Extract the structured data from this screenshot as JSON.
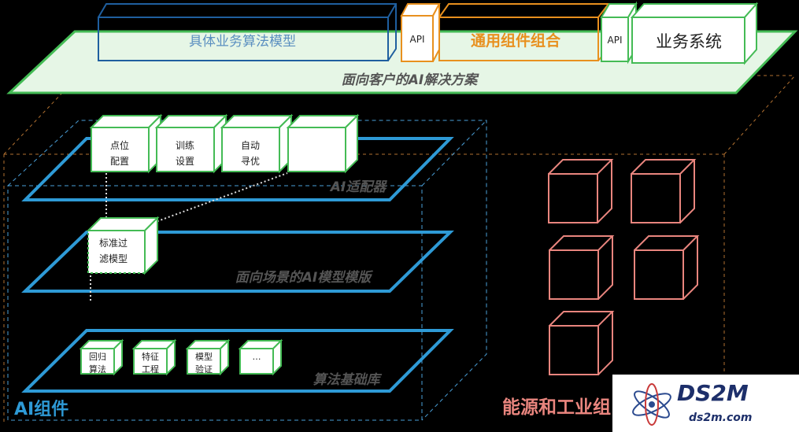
{
  "colors": {
    "background": "#000000",
    "green": "#44bb55",
    "green_fill": "#e6f6e6",
    "blue": "#2e9ad6",
    "dark_blue": "#1f5f9f",
    "orange": "#e8901e",
    "dashed_blue": "#4a9fd8",
    "salmon": "#e9857e",
    "dashed_orange": "#b07030",
    "text_dark": "#222222",
    "text_label": "#555555"
  },
  "top": {
    "box_blue_label": "具体业务算法模型",
    "api_left": "API",
    "box_orange_label": "通用组件组合",
    "api_right": "API",
    "business_system": "业务系统",
    "platform_label": "面向客户的AI解决方案"
  },
  "adapter_layer": {
    "label": "AI适配器",
    "cubes": [
      {
        "line1": "点位",
        "line2": "配置"
      },
      {
        "line1": "训练",
        "line2": "设置"
      },
      {
        "line1": "自动",
        "line2": "寻优"
      },
      {
        "line1": "",
        "line2": ""
      }
    ]
  },
  "template_layer": {
    "label": "面向场景的AI模型模版",
    "cube": {
      "line1": "标准过",
      "line2": "滤模型"
    }
  },
  "algorithm_layer": {
    "label": "算法基础库",
    "cubes": [
      {
        "line1": "回归",
        "line2": "算法"
      },
      {
        "line1": "特征",
        "line2": "工程"
      },
      {
        "line1": "模型",
        "line2": "验证"
      },
      {
        "line1": "…",
        "line2": ""
      }
    ]
  },
  "ai_components_label": "AI组件",
  "industry_label": "能源和工业组",
  "watermark": {
    "brand": "DS2M",
    "domain": "ds2m.com"
  }
}
